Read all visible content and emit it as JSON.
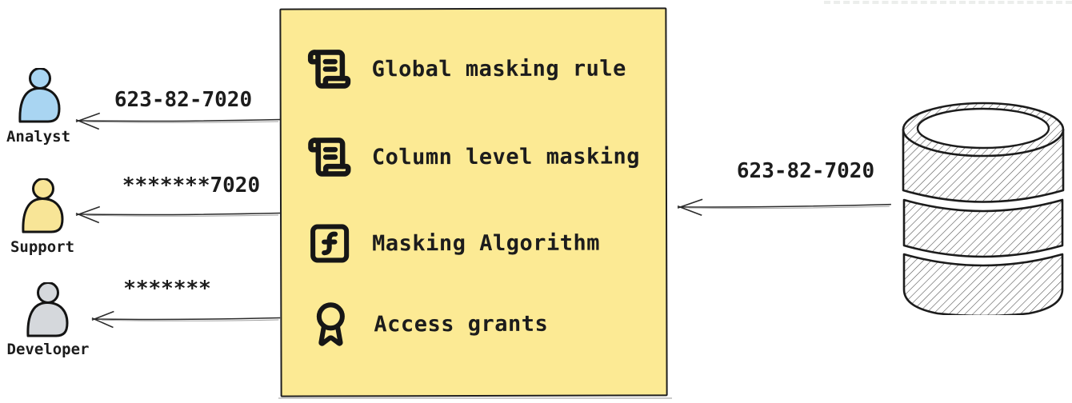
{
  "personas": [
    {
      "name": "Analyst",
      "received_value": "623-82-7020",
      "icon": "analyst-person-icon",
      "fill": "#A9D5F2"
    },
    {
      "name": "Support",
      "received_value": "*******7020",
      "icon": "support-person-icon",
      "fill": "#F8E597"
    },
    {
      "name": "Developer",
      "received_value": "*******",
      "icon": "developer-person-icon",
      "fill": "#D5D8DC"
    }
  ],
  "masking_box": {
    "fill": "#FCEA94",
    "border_color": "#1f1f1f",
    "items": [
      {
        "icon": "scroll-icon",
        "label": "Global masking rule"
      },
      {
        "icon": "scroll-icon",
        "label": "Column level masking"
      },
      {
        "icon": "function-square-icon",
        "label": "Masking Algorithm"
      },
      {
        "icon": "award-icon",
        "label": "Access grants"
      }
    ]
  },
  "database": {
    "icon": "database-icon",
    "outgoing_value": "623-82-7020"
  }
}
